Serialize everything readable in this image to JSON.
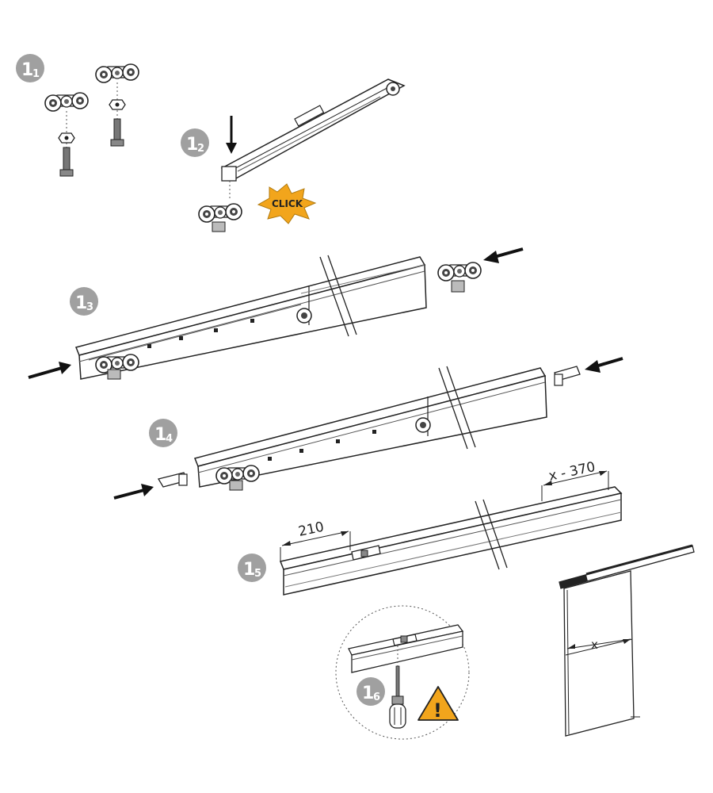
{
  "steps": [
    {
      "major": "1",
      "minor": "1"
    },
    {
      "major": "1",
      "minor": "2"
    },
    {
      "major": "1",
      "minor": "3"
    },
    {
      "major": "1",
      "minor": "4"
    },
    {
      "major": "1",
      "minor": "5"
    },
    {
      "major": "1",
      "minor": "6"
    }
  ],
  "labels": {
    "click": "CLICK",
    "warning_symbol": "!",
    "dim_left": "210",
    "dim_right": "x - 370",
    "dim_door": "x"
  },
  "colors": {
    "badge": "#a0a0a0",
    "accent": "#f2a51c",
    "line": "#222222",
    "arrow": "#111111"
  },
  "icons": {
    "warning": "warning-triangle-icon",
    "click": "click-burst-icon"
  }
}
